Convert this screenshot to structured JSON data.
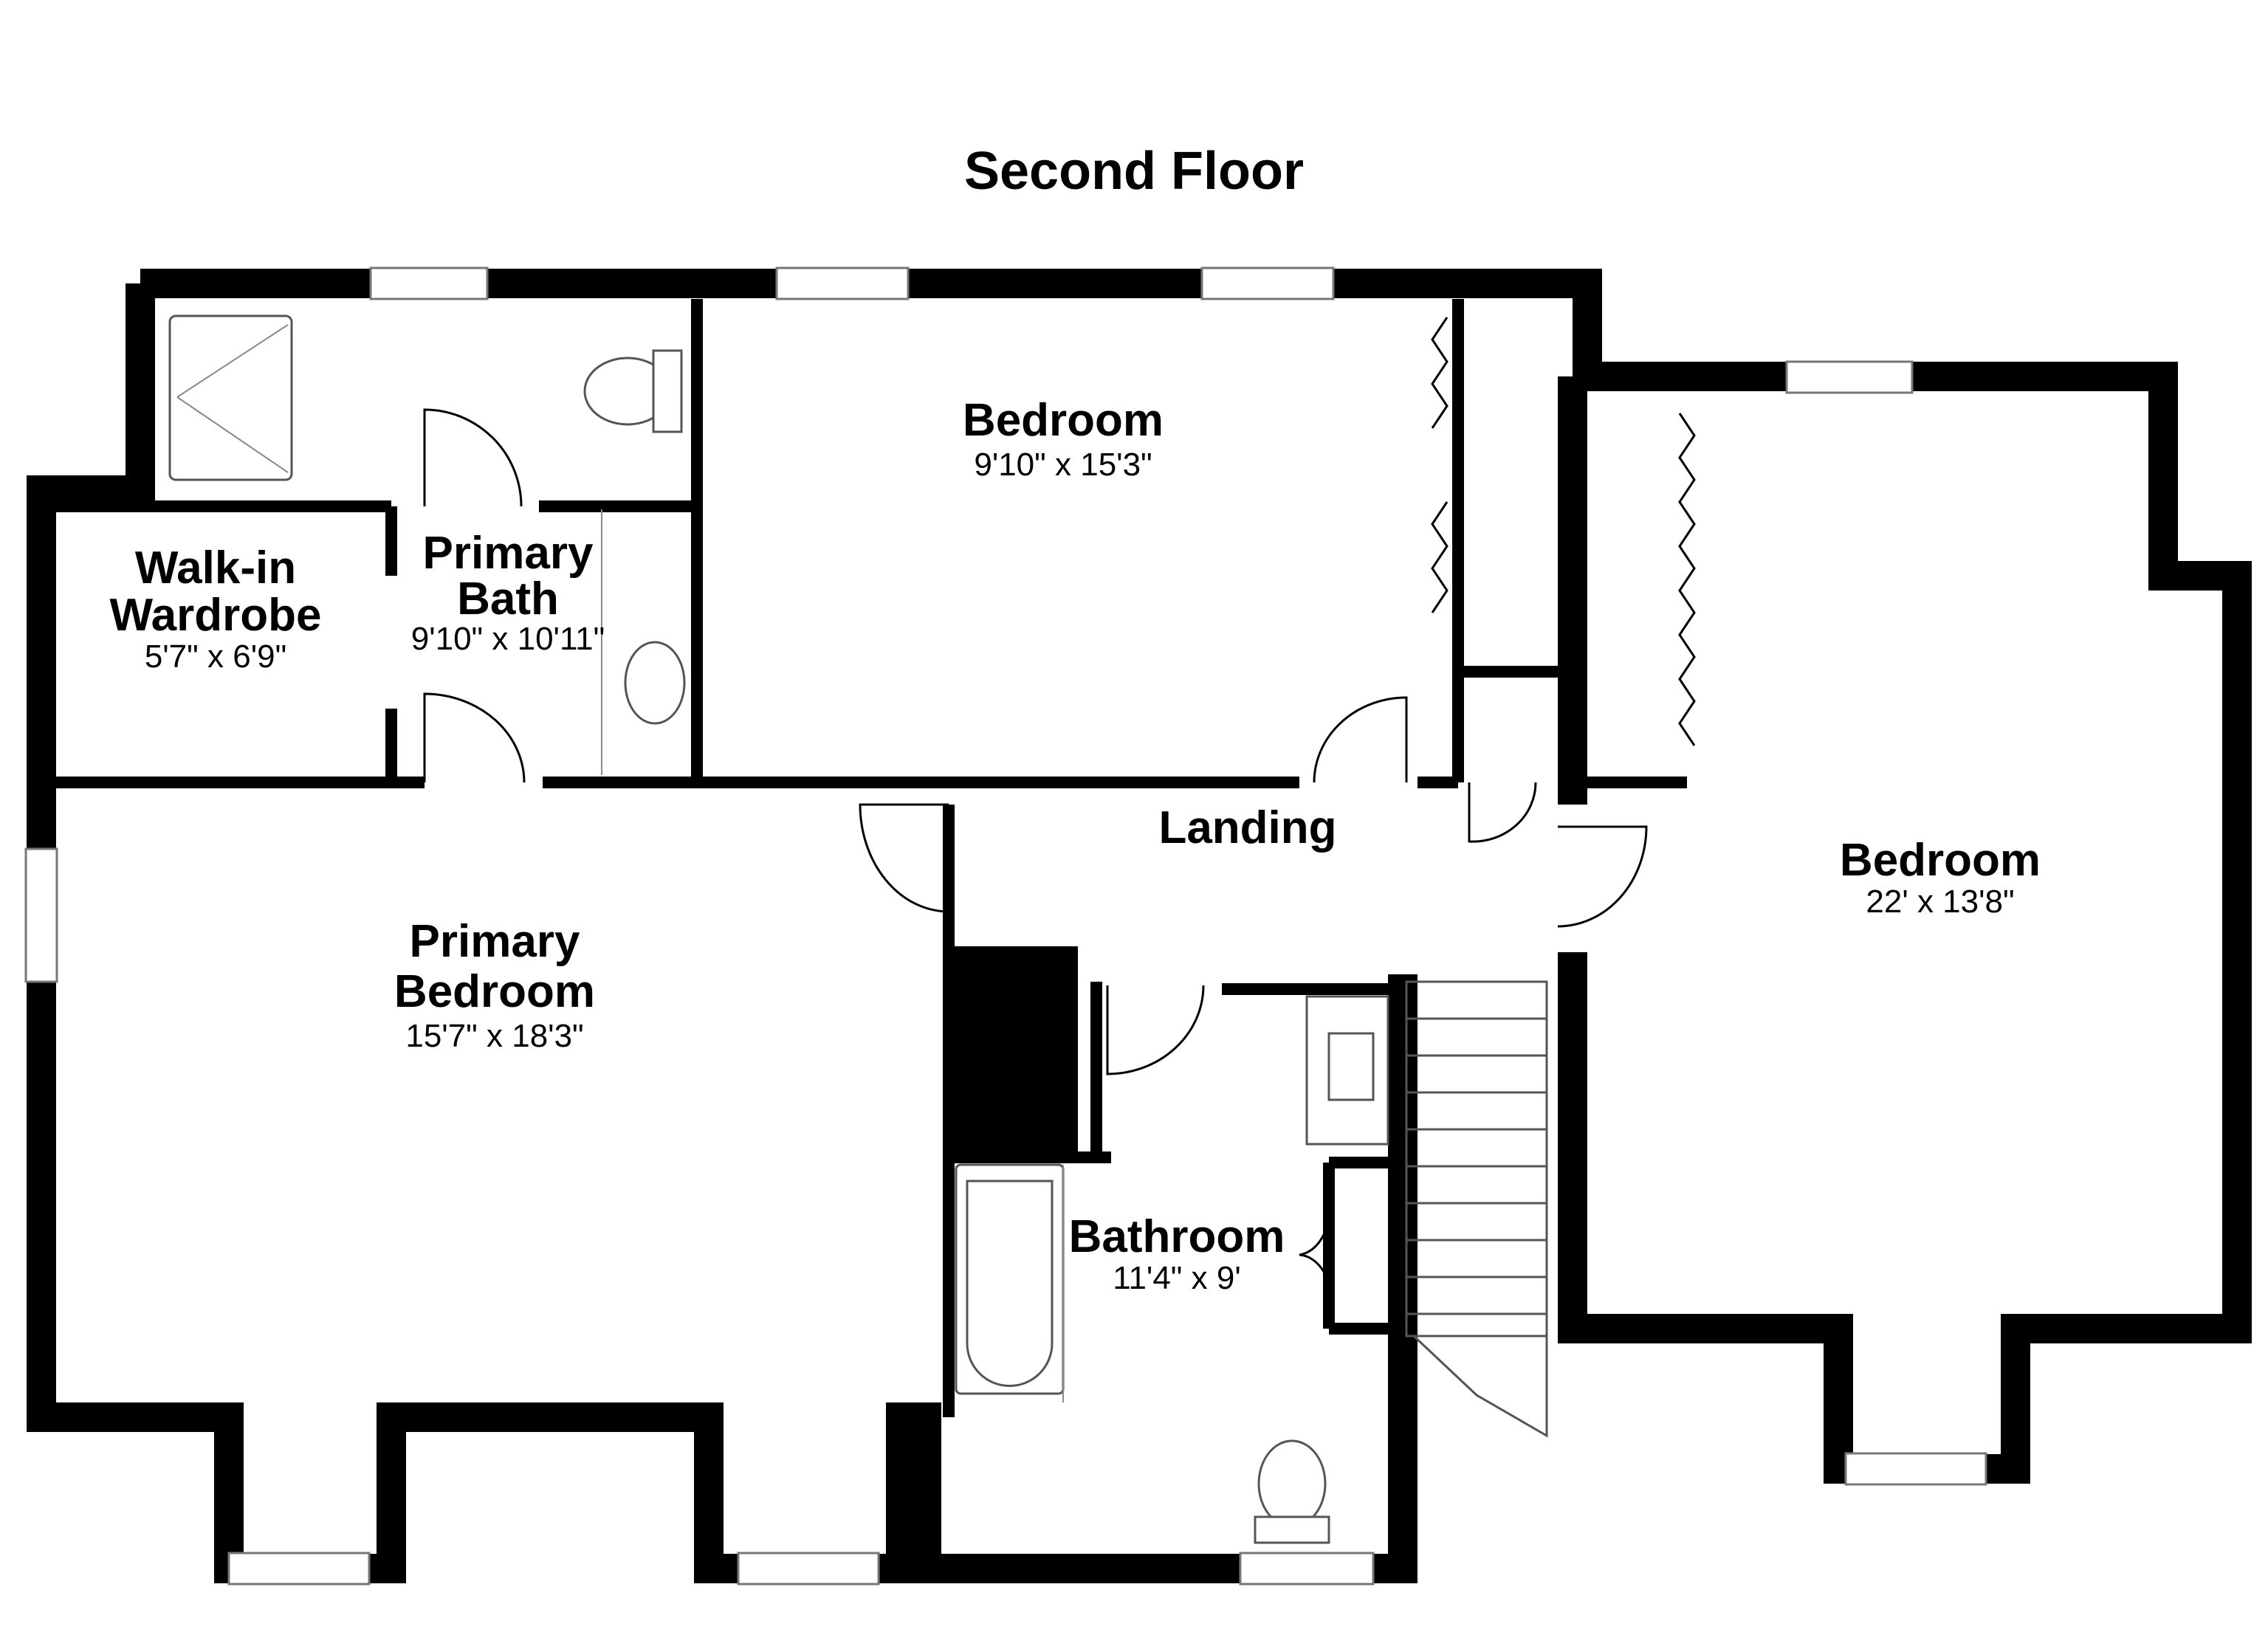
{
  "floor_title": "Second Floor",
  "rooms": {
    "bedroom_north": {
      "name": "Bedroom",
      "dimensions": "9'10\" x 15'3\""
    },
    "walk_in_wardrobe": {
      "name_line1": "Walk-in",
      "name_line2": "Wardrobe",
      "dimensions": "5'7\" x 6'9\""
    },
    "primary_bath": {
      "name_line1": "Primary",
      "name_line2": "Bath",
      "dimensions": "9'10\" x 10'11\""
    },
    "landing": {
      "name": "Landing"
    },
    "bedroom_east": {
      "name": "Bedroom",
      "dimensions": "22' x 13'8\""
    },
    "primary_bedroom": {
      "name_line1": "Primary",
      "name_line2": "Bedroom",
      "dimensions": "15'7\" x 18'3\""
    },
    "bathroom": {
      "name": "Bathroom",
      "dimensions": "11'4\" x 9'"
    }
  },
  "colors": {
    "wall": "#000000",
    "background": "#ffffff",
    "fixture_stroke": "#555555"
  }
}
